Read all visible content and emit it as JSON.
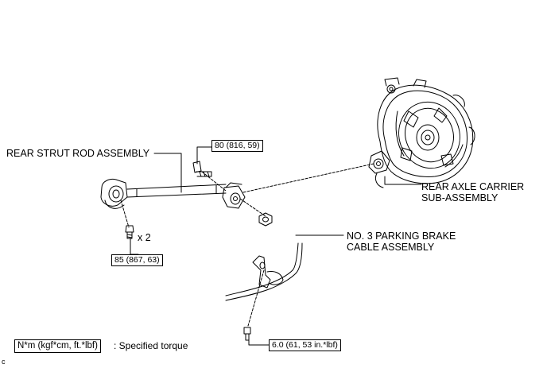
{
  "labels": {
    "rear_strut_rod": "REAR STRUT ROD ASSEMBLY",
    "rear_axle_carrier_line1": "REAR AXLE CARRIER",
    "rear_axle_carrier_line2": "SUB-ASSEMBLY",
    "parking_cable_line1": "NO. 3 PARKING BRAKE",
    "parking_cable_line2": "CABLE ASSEMBLY",
    "bolt_quantity": "x 2"
  },
  "torques": {
    "strut_rod_outer_bolt": "80 (816, 59)",
    "strut_rod_inner_bolts": "85 (867, 63)",
    "parking_cable_bolt": "6.0 (61, 53 in.*lbf)"
  },
  "legend": {
    "unit_box": "N*m (kgf*cm, ft.*lbf)",
    "description": ": Specified torque"
  },
  "figure_code": "C"
}
